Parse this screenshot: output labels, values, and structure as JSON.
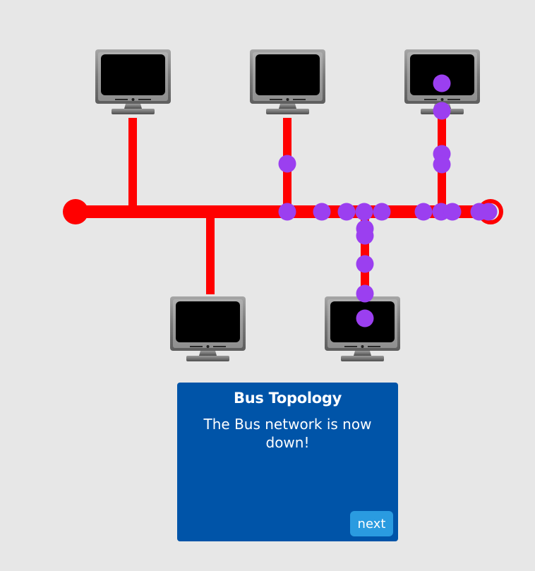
{
  "colors": {
    "background": "#e7e7e7",
    "cable": "#ff0000",
    "packet": "#9b3ff0",
    "panel": "#0054a8",
    "button": "#2a9be0",
    "monitor_frame": "#8a8a8a",
    "monitor_screen": "#000000"
  },
  "diagram": {
    "topology": "bus",
    "terminator_left": "filled",
    "terminator_right": "open-ring",
    "computers": [
      {
        "id": "pc-top-left",
        "icon": "monitor-icon"
      },
      {
        "id": "pc-top-middle",
        "icon": "monitor-icon"
      },
      {
        "id": "pc-top-right",
        "icon": "monitor-icon"
      },
      {
        "id": "pc-bottom-left",
        "icon": "monitor-icon"
      },
      {
        "id": "pc-bottom-middle",
        "icon": "monitor-icon"
      }
    ]
  },
  "panel": {
    "title": "Bus Topology",
    "message": "The Bus network is now down!",
    "next_label": "next"
  }
}
